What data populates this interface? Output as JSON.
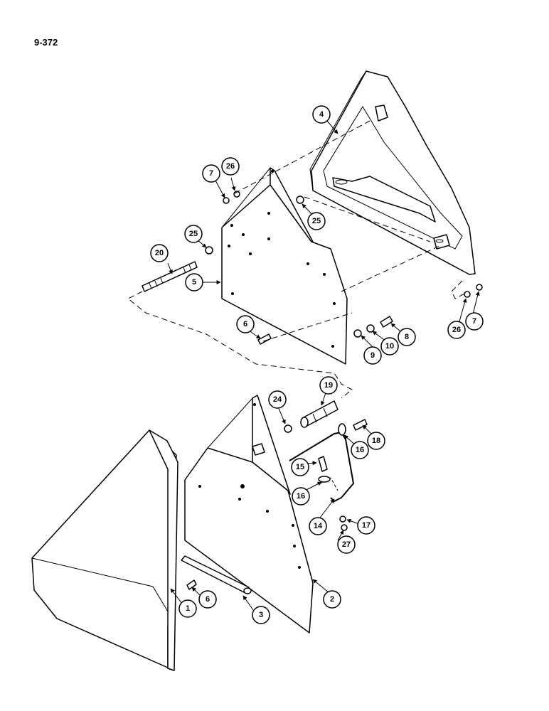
{
  "page_number": "9-372",
  "callouts": [
    "1",
    "2",
    "3",
    "4",
    "5",
    "6",
    "6",
    "7",
    "7",
    "8",
    "9",
    "10",
    "14",
    "15",
    "16",
    "16",
    "17",
    "18",
    "19",
    "20",
    "24",
    "25",
    "25",
    "26",
    "26",
    "27"
  ]
}
